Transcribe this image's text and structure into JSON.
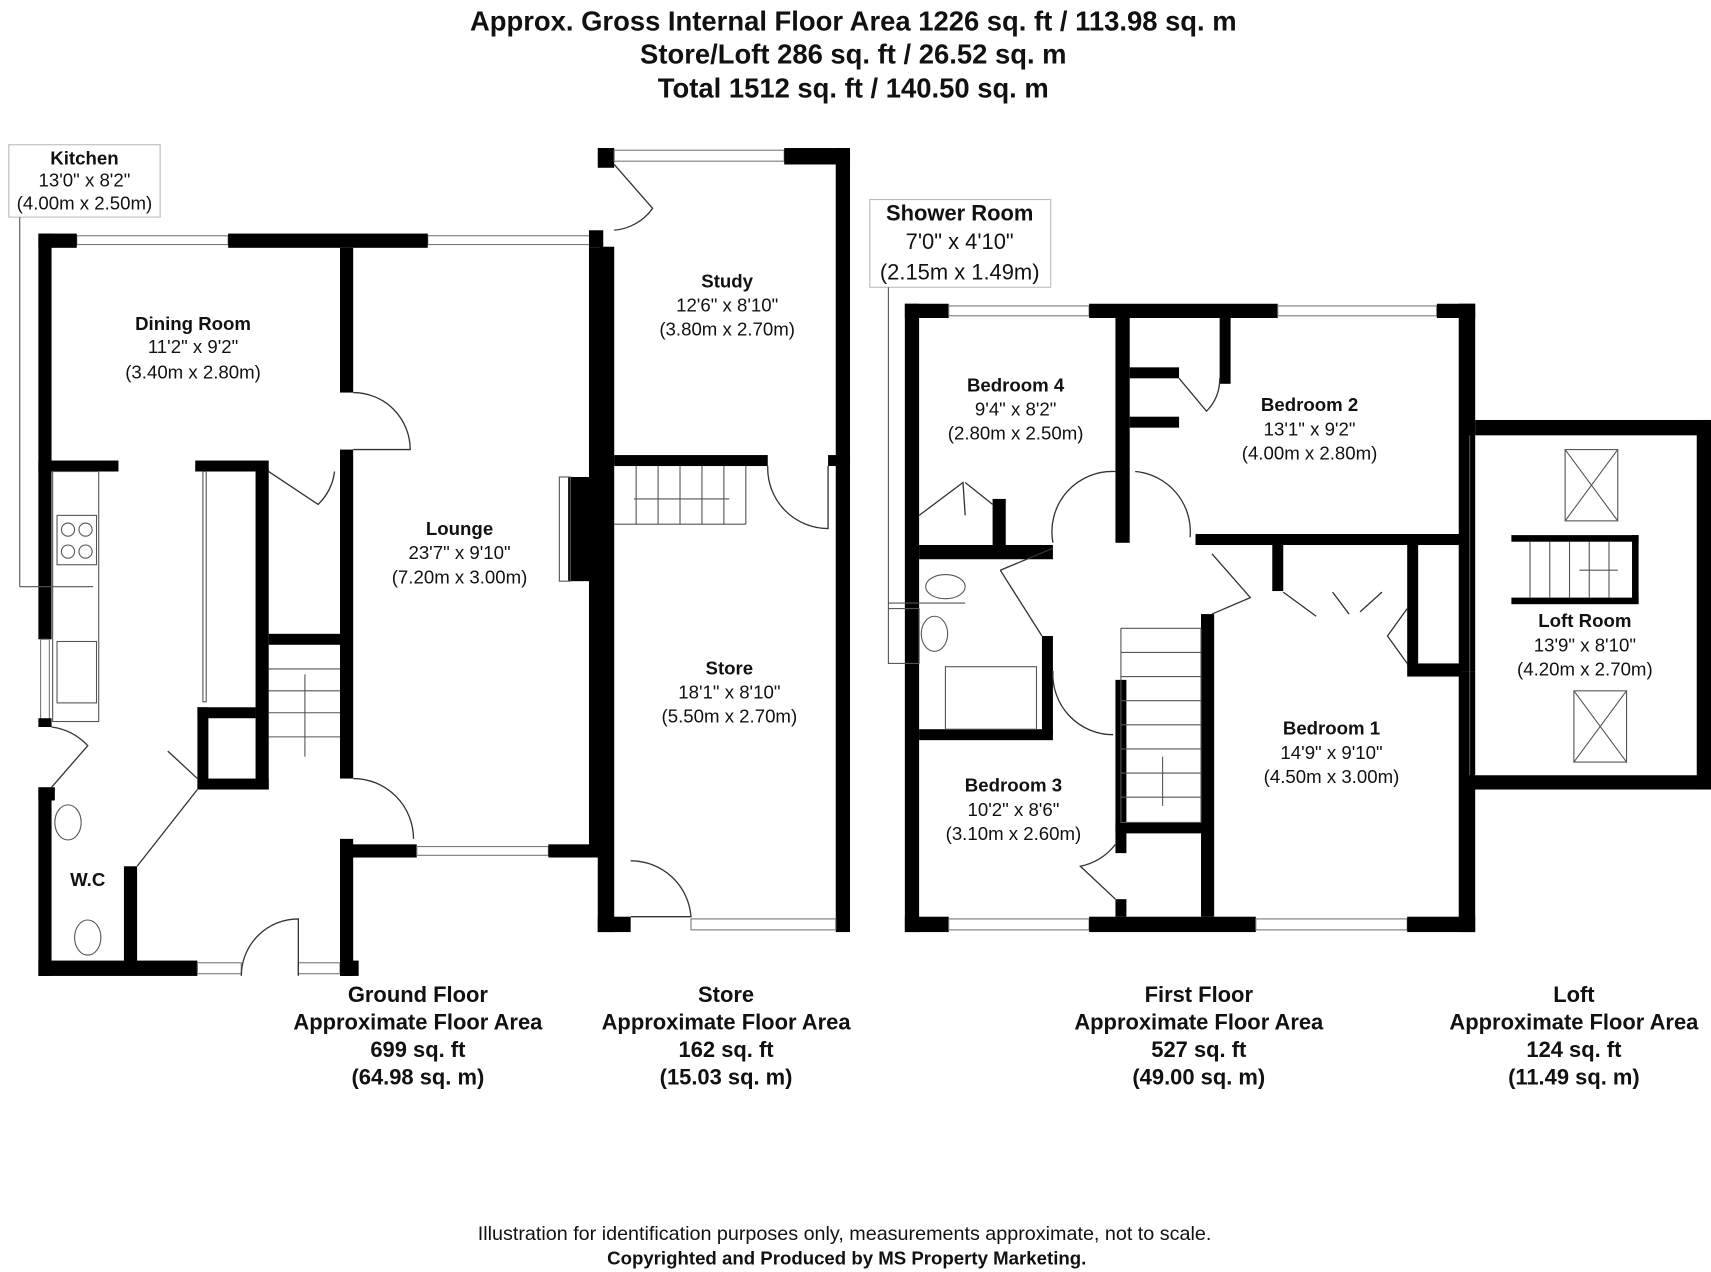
{
  "header": {
    "line1": "Approx. Gross Internal Floor Area 1226 sq. ft / 113.98 sq. m",
    "line2": "Store/Loft 286 sq. ft / 26.52 sq. m",
    "line3": "Total 1512 sq. ft / 140.50 sq. m"
  },
  "rooms": {
    "kitchen": {
      "name": "Kitchen",
      "imperial": "13'0\" x 8'2\"",
      "metric": "(4.00m x 2.50m)"
    },
    "dining": {
      "name": "Dining Room",
      "imperial": "11'2\" x 9'2\"",
      "metric": "(3.40m x 2.80m)"
    },
    "lounge": {
      "name": "Lounge",
      "imperial": "23'7\" x 9'10\"",
      "metric": "(7.20m x 3.00m)"
    },
    "wc": {
      "name": "W.C"
    },
    "study": {
      "name": "Study",
      "imperial": "12'6\" x 8'10\"",
      "metric": "(3.80m x 2.70m)"
    },
    "store": {
      "name": "Store",
      "imperial": "18'1\" x 8'10\"",
      "metric": "(5.50m x 2.70m)"
    },
    "shower": {
      "name": "Shower Room",
      "imperial": "7'0\" x 4'10\"",
      "metric": "(2.15m x 1.49m)"
    },
    "bed4": {
      "name": "Bedroom 4",
      "imperial": "9'4\" x 8'2\"",
      "metric": "(2.80m x 2.50m)"
    },
    "bed2": {
      "name": "Bedroom 2",
      "imperial": "13'1\" x 9'2\"",
      "metric": "(4.00m x 2.80m)"
    },
    "bed1": {
      "name": "Bedroom 1",
      "imperial": "14'9\" x 9'10\"",
      "metric": "(4.50m x 3.00m)"
    },
    "bed3": {
      "name": "Bedroom 3",
      "imperial": "10'2\" x 8'6\"",
      "metric": "(3.10m x 2.60m)"
    },
    "loft": {
      "name": "Loft Room",
      "imperial": "13'9\" x 8'10\"",
      "metric": "(4.20m x 2.70m)"
    }
  },
  "floors": [
    {
      "name": "Ground Floor",
      "label": "Approximate Floor Area",
      "sqft": "699 sq. ft",
      "sqm": "(64.98 sq. m)"
    },
    {
      "name": "Store",
      "label": "Approximate Floor Area",
      "sqft": "162 sq. ft",
      "sqm": "(15.03 sq. m)"
    },
    {
      "name": "First Floor",
      "label": "Approximate Floor Area",
      "sqft": "527 sq. ft",
      "sqm": "(49.00 sq. m)"
    },
    {
      "name": "Loft",
      "label": "Approximate Floor Area",
      "sqft": "124 sq. ft",
      "sqm": "(11.49 sq. m)"
    }
  ],
  "footer": {
    "disclaimer": "Illustration for identification purposes only, measurements approximate, not to scale.",
    "copyright": "Copyrighted  and Produced by MS Property Marketing."
  }
}
